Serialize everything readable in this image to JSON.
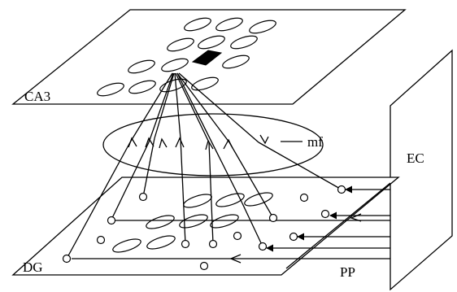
{
  "labels": {
    "ca3": "CA3",
    "mf": "mf",
    "ec": "EC",
    "dg": "DG",
    "pp": "PP"
  }
}
